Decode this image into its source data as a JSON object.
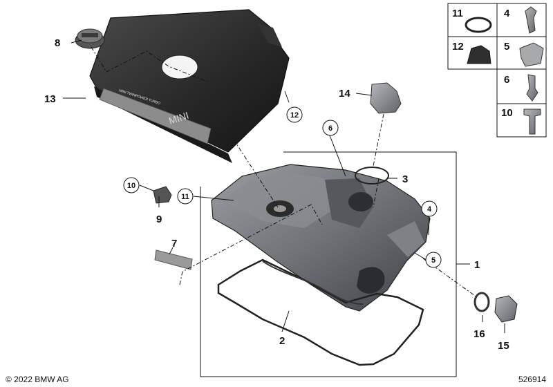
{
  "callouts": {
    "c1": "1",
    "c2": "2",
    "c3": "3",
    "c4": "4",
    "c5": "5",
    "c6": "6",
    "c7": "7",
    "c8": "8",
    "c9": "9",
    "c10": "10",
    "c11": "11",
    "c12": "12",
    "c13": "13",
    "c14": "14",
    "c15": "15",
    "c16": "16"
  },
  "cover_text": {
    "brand": "MINI",
    "badge": "MINI TWINPOWER TURBO"
  },
  "parts_table": {
    "rows": [
      {
        "left": "11",
        "right": "4"
      },
      {
        "left": "12",
        "right": "5"
      },
      {
        "left": "",
        "right": "6"
      },
      {
        "left": "",
        "right": "10"
      }
    ]
  },
  "footer": {
    "copyright": "© 2022 BMW AG",
    "drawing_number": "526914"
  }
}
